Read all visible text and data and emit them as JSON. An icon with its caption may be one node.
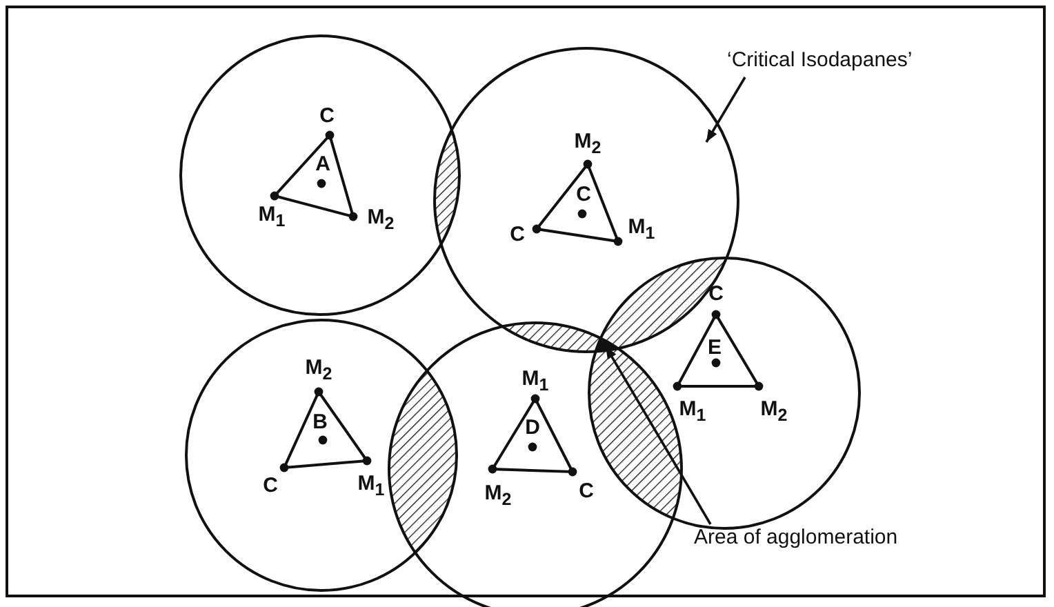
{
  "diagram": {
    "nodes": [
      {
        "text": [],
        "shape": "circle"
      },
      {
        "text": [
          "‘Critical Isodapanes’"
        ]
      },
      {
        "text": [],
        "shape": "circle"
      },
      {
        "text": [],
        "shape": "circle"
      },
      {
        "text": [],
        "shape": "circle"
      },
      {
        "text": [],
        "shape": "circle"
      },
      {
        "text": [],
        "shape": "triangle"
      },
      {
        "text": [
          "Area of agglomeration"
        ]
      }
    ],
    "edges": [
      {
        "from": 1,
        "to": 2,
        "arrow": "to"
      },
      {
        "from": 7,
        "to": 6,
        "arrow": "to"
      }
    ],
    "labels": [
      "C",
      "A",
      "M$_{1}$",
      "M$_{2}$",
      "M$_{2}$",
      "C",
      "C",
      "M$_{1}$",
      "C",
      "E",
      "M$_{1}$",
      "M$_{2}$",
      "M$_{2}$",
      "B",
      "C",
      "M$_{1}$",
      "M$_{1}$",
      "D",
      "M$_{2}$",
      "C"
    ]
  }
}
